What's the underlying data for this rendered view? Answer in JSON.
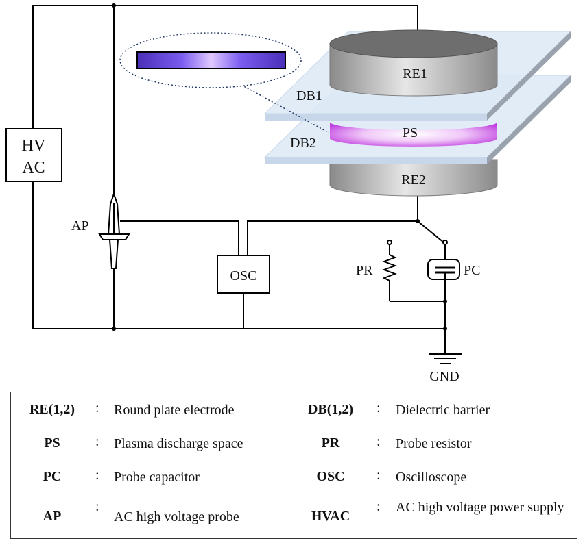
{
  "diagram": {
    "labels": {
      "hvac_top": "HV",
      "hvac_bottom": "AC",
      "ap": "AP",
      "osc": "OSC",
      "pr": "PR",
      "pc": "PC",
      "gnd": "GND",
      "re1": "RE1",
      "re2": "RE2",
      "ps": "PS",
      "db1": "DB1",
      "db2": "DB2"
    },
    "colors": {
      "wire": "#000000",
      "dielectric": "#dce9f5",
      "plasma": "#c855e6",
      "electrode": "#8c8c8c",
      "inset_plasma": "#6a3fe0"
    }
  },
  "legend": {
    "rows": [
      {
        "left_abbr": "RE(1,2)",
        "left_colon": ":",
        "left_desc": "Round plate electrode",
        "right_abbr": "DB(1,2)",
        "right_colon": ":",
        "right_desc": "Dielectric barrier"
      },
      {
        "left_abbr": "PS",
        "left_colon": ":",
        "left_desc": "Plasma discharge space",
        "right_abbr": "PR",
        "right_colon": ":",
        "right_desc": "Probe resistor"
      },
      {
        "left_abbr": "PC",
        "left_colon": ":",
        "left_desc": "Probe capacitor",
        "right_abbr": "OSC",
        "right_colon": ":",
        "right_desc": "Oscilloscope"
      },
      {
        "left_abbr": "AP",
        "left_colon": ":",
        "left_desc": "AC high voltage probe",
        "right_abbr": "HVAC",
        "right_colon": ":",
        "right_desc": "AC high voltage power supply"
      }
    ]
  }
}
